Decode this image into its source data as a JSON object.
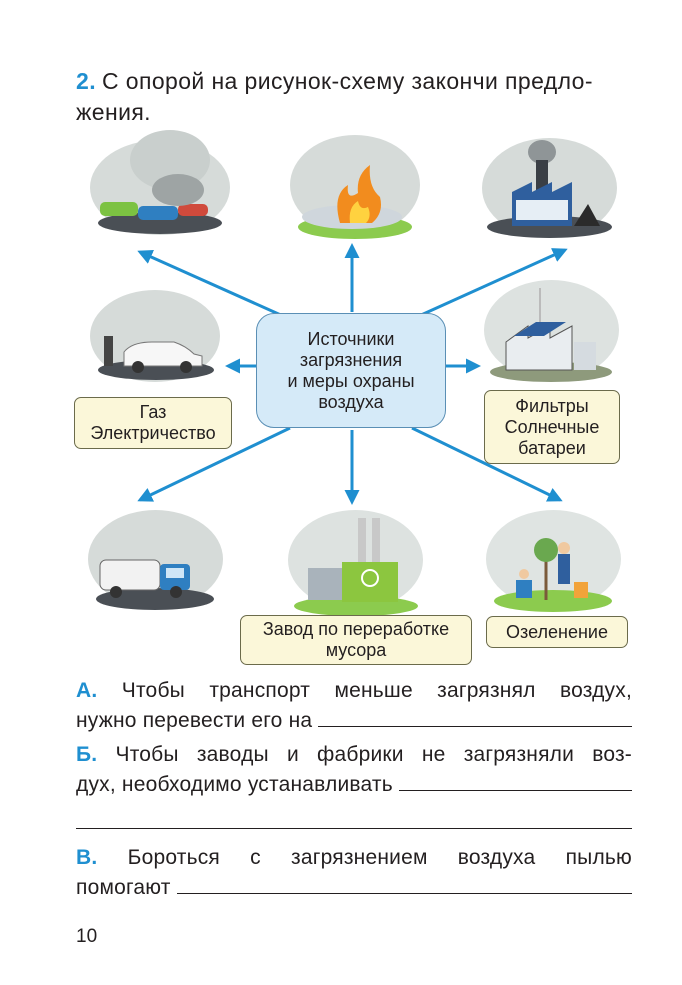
{
  "task": {
    "number": "2.",
    "text": "С опорой на рисунок-схему закончи предло-\nжения."
  },
  "diagram": {
    "center": "Источники\nзагрязнения\nи меры охраны\nвоздуха",
    "labels": {
      "gas": "Газ\nЭлектричество",
      "filters": "Фильтры\nСолнечные\nбатареи",
      "plant": "Завод по переработке\nмусора",
      "greening": "Озеленение"
    },
    "colors": {
      "arrow": "#1f8fd0",
      "center_fill": "#d5eaf8",
      "label_fill": "#fbf7d9"
    }
  },
  "sentences": {
    "a_letter": "А.",
    "a_text1": "Чтобы транспорт меньше загрязнял воздух,",
    "a_text2": "нужно перевести его на",
    "b_letter": "Б.",
    "b_text1": "Чтобы заводы и фабрики не загрязняли воз-",
    "b_text2": "дух, необходимо устанавливать",
    "v_letter": "В.",
    "v_text1": "Бороться с загрязнением воздуха пылью",
    "v_text2": "помогают"
  },
  "page_number": "10"
}
